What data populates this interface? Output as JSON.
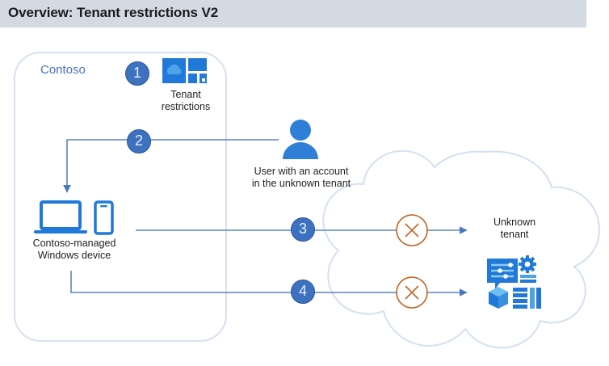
{
  "header": {
    "title": "Overview: Tenant restrictions V2",
    "bar_color": "#d4dae4",
    "text_color": "#1b1b1b"
  },
  "colors": {
    "badge_fill": "#3d72c0",
    "badge_stroke": "#2b5496",
    "badge_text": "#e8eef8",
    "boundary_box": "#d6e1f2",
    "cloud_outline": "#d3e0f3",
    "connector_line": "#5b84c4",
    "deny_icon": "#c2621f",
    "icon_blue": "#2079d8",
    "icon_blue_light": "#4ea3e8",
    "contoso_label": "#4a72c4",
    "label_text": "#1f1f1f"
  },
  "boundary": {
    "name": "Contoso",
    "label": "Contoso"
  },
  "nodes": {
    "tenant_restrictions": {
      "label_line1": "Tenant",
      "label_line2": "restrictions",
      "icon": "tenant-restrictions-icon"
    },
    "user": {
      "label_line1": "User with an account",
      "label_line2": "in the unknown tenant",
      "icon": "person-icon"
    },
    "device": {
      "label_line1": "Contoso-managed",
      "label_line2": "Windows device",
      "icon": "laptop-phone-icon"
    },
    "unknown_tenant": {
      "label_line1": "Unknown",
      "label_line2": "tenant"
    },
    "cloud_services": {
      "icon": "cloud-services-icon"
    }
  },
  "steps": [
    {
      "number": "1",
      "name": "step-1-badge"
    },
    {
      "number": "2",
      "name": "step-2-badge"
    },
    {
      "number": "3",
      "name": "step-3-badge"
    },
    {
      "number": "4",
      "name": "step-4-badge"
    }
  ],
  "deny_markers": [
    {
      "name": "deny-marker-upper",
      "glyph": "x-circle-icon"
    },
    {
      "name": "deny-marker-lower",
      "glyph": "x-circle-icon"
    }
  ]
}
